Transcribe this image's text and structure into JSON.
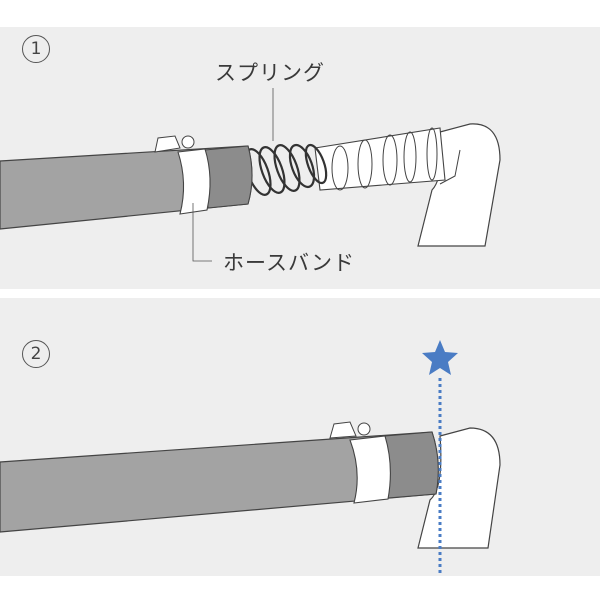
{
  "step1": {
    "number": "1",
    "spring_label": "スプリング",
    "band_label": "ホースバンド"
  },
  "step2": {
    "number": "2",
    "marker_icon": "star-icon"
  },
  "colors": {
    "panel_bg": "#eeeeee",
    "hose": "#a3a3a3",
    "hose_end": "#8c8c8c",
    "marker": "#4a7cc4"
  }
}
